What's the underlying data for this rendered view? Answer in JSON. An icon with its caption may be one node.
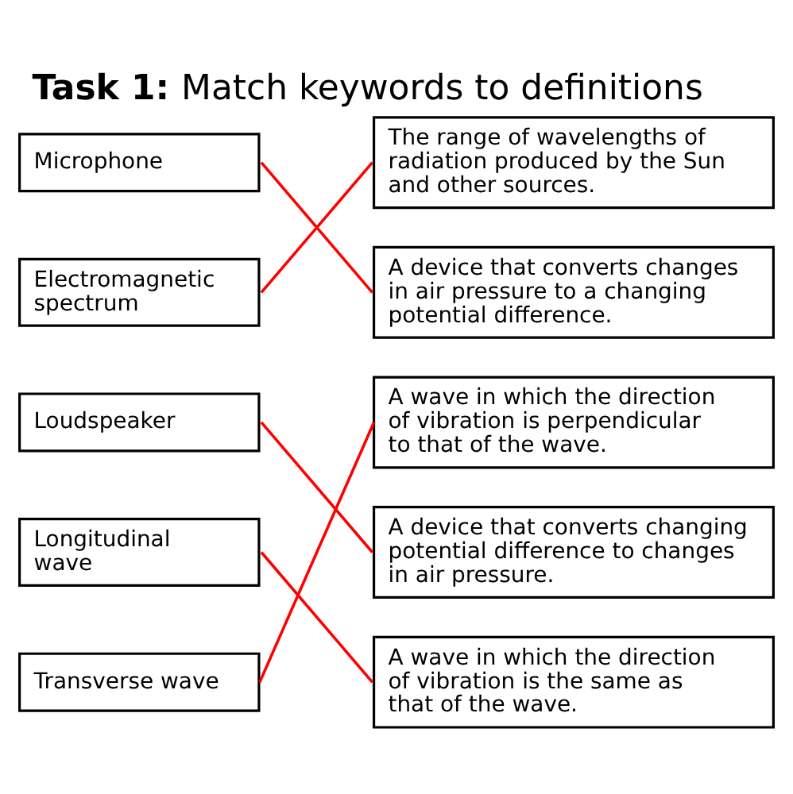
{
  "diagram": {
    "title": "**Task 1:** Match keywords to definitions",
    "nodes": [
      {
        "text": [
          "Microphone"
        ]
      },
      {
        "text": [
          "The range of wavelengths of radiation produced by the Sun and other sources."
        ]
      },
      {
        "text": [
          "Electromagnetic spectrum"
        ]
      },
      {
        "text": [
          "A device that converts changes in air pressure to a changing potential difference."
        ]
      },
      {
        "text": [
          "Loudspeaker"
        ]
      },
      {
        "text": [
          "A wave in which the direction of vibration is perpendicular to that of the wave."
        ]
      },
      {
        "text": [
          "Longitudinal wave"
        ]
      },
      {
        "text": [
          "A device that converts changing potential difference to changes in air pressure."
        ]
      },
      {
        "text": [
          "Transverse wave"
        ]
      },
      {
        "text": [
          "A wave in which the direction of vibration is the same as that of the wave."
        ]
      }
    ],
    "edges": [
      {
        "from": 0,
        "to": 3,
        "arrow": "none"
      },
      {
        "from": 2,
        "to": 1,
        "arrow": "none"
      },
      {
        "from": 4,
        "to": 7,
        "arrow": "none"
      },
      {
        "from": 6,
        "to": 9,
        "arrow": "none"
      },
      {
        "from": 8,
        "to": 5,
        "arrow": "none"
      }
    ]
  }
}
